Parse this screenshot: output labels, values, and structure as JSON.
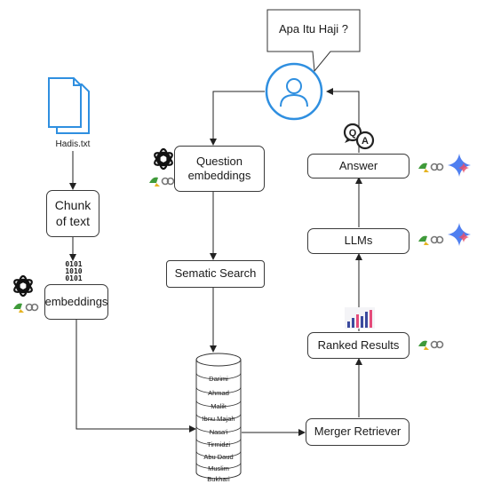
{
  "question": {
    "text": "Apa Itu Haji ?"
  },
  "document": {
    "filename": "Hadis.txt"
  },
  "nodes": {
    "chunk": "Chunk\nof text",
    "embeddings": "embeddings",
    "question_embeddings": "Question\nembeddings",
    "semantic_search": "Sematic Search",
    "answer": "Answer",
    "llms": "LLMs",
    "ranked_results": "Ranked Results",
    "merger_retriever": "Merger Retriever"
  },
  "binary_icon": {
    "lines": [
      "0101",
      "1010",
      "0101"
    ]
  },
  "database": {
    "collections": [
      "Darimi",
      "Ahmad",
      "Malik",
      "Ibnu Majah",
      "Nasa'i",
      "Tirmidzi",
      "Abu Daud",
      "Muslim",
      "Bukhari"
    ]
  },
  "qa_icon": {
    "q": "Q",
    "a": "A"
  },
  "colors": {
    "accent_blue": "#2f8fe0",
    "gemini_blue": "#4f7ff0",
    "gemini_red": "#e8506b",
    "stroke": "#333333"
  }
}
